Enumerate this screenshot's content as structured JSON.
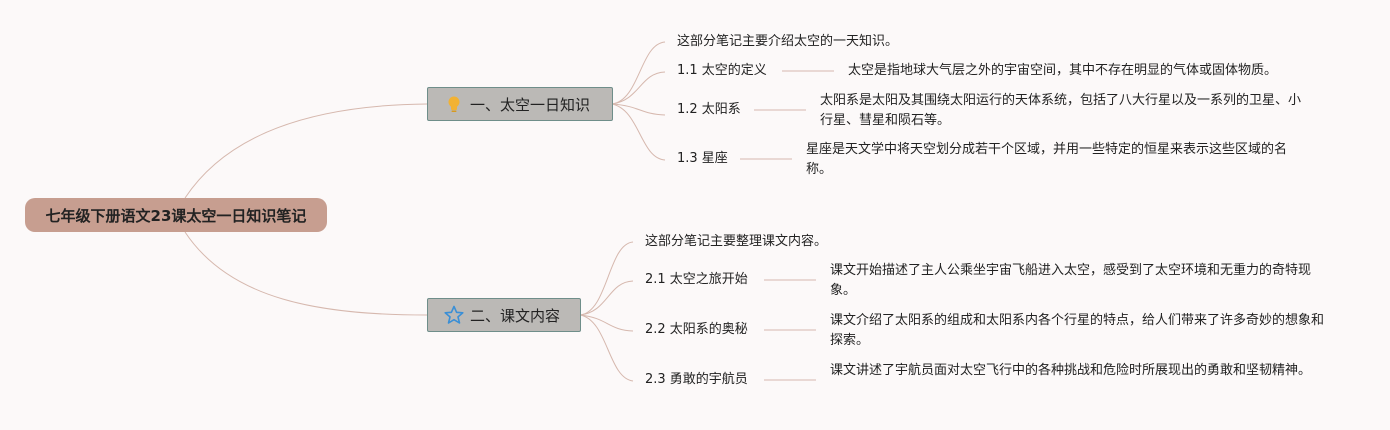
{
  "root": {
    "title": "七年级下册语文23课太空一日知识笔记"
  },
  "branches": [
    {
      "label": "一、太空一日知识",
      "icon": "bulb-icon",
      "intro": "这部分笔记主要介绍太空的一天知识。",
      "items": [
        {
          "label": "1.1 太空的定义",
          "desc": "太空是指地球大气层之外的宇宙空间，其中不存在明显的气体或固体物质。"
        },
        {
          "label": "1.2 太阳系",
          "desc": "太阳系是太阳及其围绕太阳运行的天体系统，包括了八大行星以及一系列的卫星、小行星、彗星和陨石等。"
        },
        {
          "label": "1.3 星座",
          "desc": "星座是天文学中将天空划分成若干个区域，并用一些特定的恒星来表示这些区域的名称。"
        }
      ]
    },
    {
      "label": "二、课文内容",
      "icon": "star-icon",
      "intro": "这部分笔记主要整理课文内容。",
      "items": [
        {
          "label": "2.1 太空之旅开始",
          "desc": "课文开始描述了主人公乘坐宇宙飞船进入太空，感受到了太空环境和无重力的奇特现象。"
        },
        {
          "label": "2.2 太阳系的奥秘",
          "desc": "课文介绍了太阳系的组成和太阳系内各个行星的特点，给人们带来了许多奇妙的想象和探索。"
        },
        {
          "label": "2.3 勇敢的宇航员",
          "desc": "课文讲述了宇航员面对太空飞行中的各种挑战和危险时所展现出的勇敢和坚韧精神。"
        }
      ]
    }
  ],
  "colors": {
    "root_fill": "#c79e90",
    "branch_fill": "#bbb9b6",
    "branch_border": "#6f8e8a",
    "connector": "#d6b8ae",
    "bulb": "#f2b233",
    "star": "#3a8fd6"
  }
}
